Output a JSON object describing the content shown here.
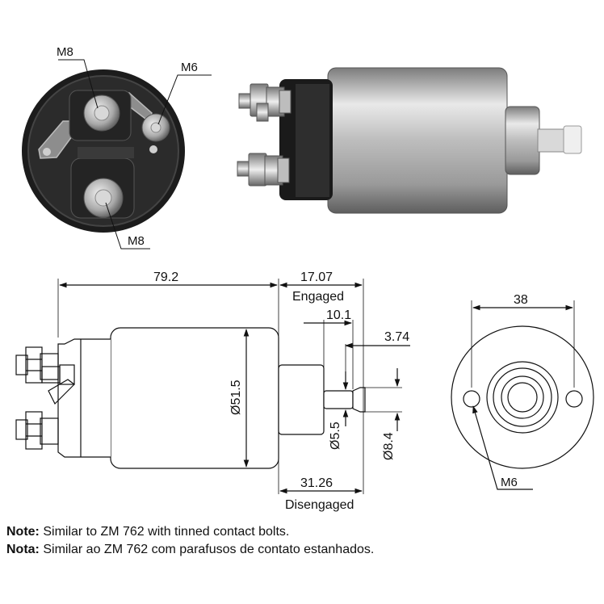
{
  "photo_labels": {
    "terminal_top": "M8",
    "terminal_small": "M6",
    "terminal_bottom": "M8"
  },
  "dimensions": {
    "overall_length": "79.2",
    "engaged": "17.07",
    "engaged_label": "Engaged",
    "plunger_offset": "10.1",
    "tip_length": "3.74",
    "body_diameter": "Ø51.5",
    "shaft_diameter": "Ø5.5",
    "tip_diameter": "Ø8.4",
    "disengaged": "31.26",
    "disengaged_label": "Disengaged",
    "mount_spacing": "38",
    "mount_hole": "M6"
  },
  "notes": [
    {
      "label": "Note:",
      "text": " Similar to ZM 762 with tinned contact bolts."
    },
    {
      "label": "Nota:",
      "text": " Similar ao ZM 762 com parafusos de contato estanhados."
    }
  ],
  "colors": {
    "line": "#111111",
    "metal_light": "#e6e6e6",
    "metal_dark": "#8a8a8a",
    "cap_black": "#1a1a1a"
  }
}
